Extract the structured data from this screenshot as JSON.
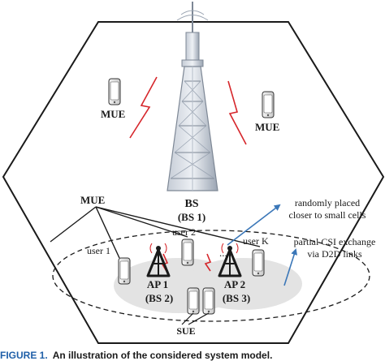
{
  "labels": {
    "mue_top_left": "MUE",
    "mue_top_right": "MUE",
    "mue_group": "MUE",
    "bs": "BS",
    "bs_sub": "(BS 1)",
    "user1": "user 1",
    "user2": "user 2",
    "userk": "user K",
    "dots": "...",
    "ap1": "AP 1",
    "ap1_sub": "(BS 2)",
    "ap2": "AP 2",
    "ap2_sub": "(BS 3)",
    "sue": "SUE"
  },
  "annotations": {
    "placed_line1": "randomly placed",
    "placed_line2": "closer to small cells",
    "csi_line1": "partial CSI exchange",
    "csi_line2": "via D2D links"
  },
  "caption": {
    "label": "FIGURE 1.",
    "text": "An illustration of the considered system model."
  },
  "colors": {
    "outline": "#1a1a1a",
    "lightning": "#d6262b",
    "arrow": "#3b77b8",
    "tower": "#8f9aa8",
    "cluster": "#e3e3e3"
  },
  "icons": [
    "phone-icon",
    "tower-icon",
    "access-point-icon",
    "lightning-icon"
  ]
}
